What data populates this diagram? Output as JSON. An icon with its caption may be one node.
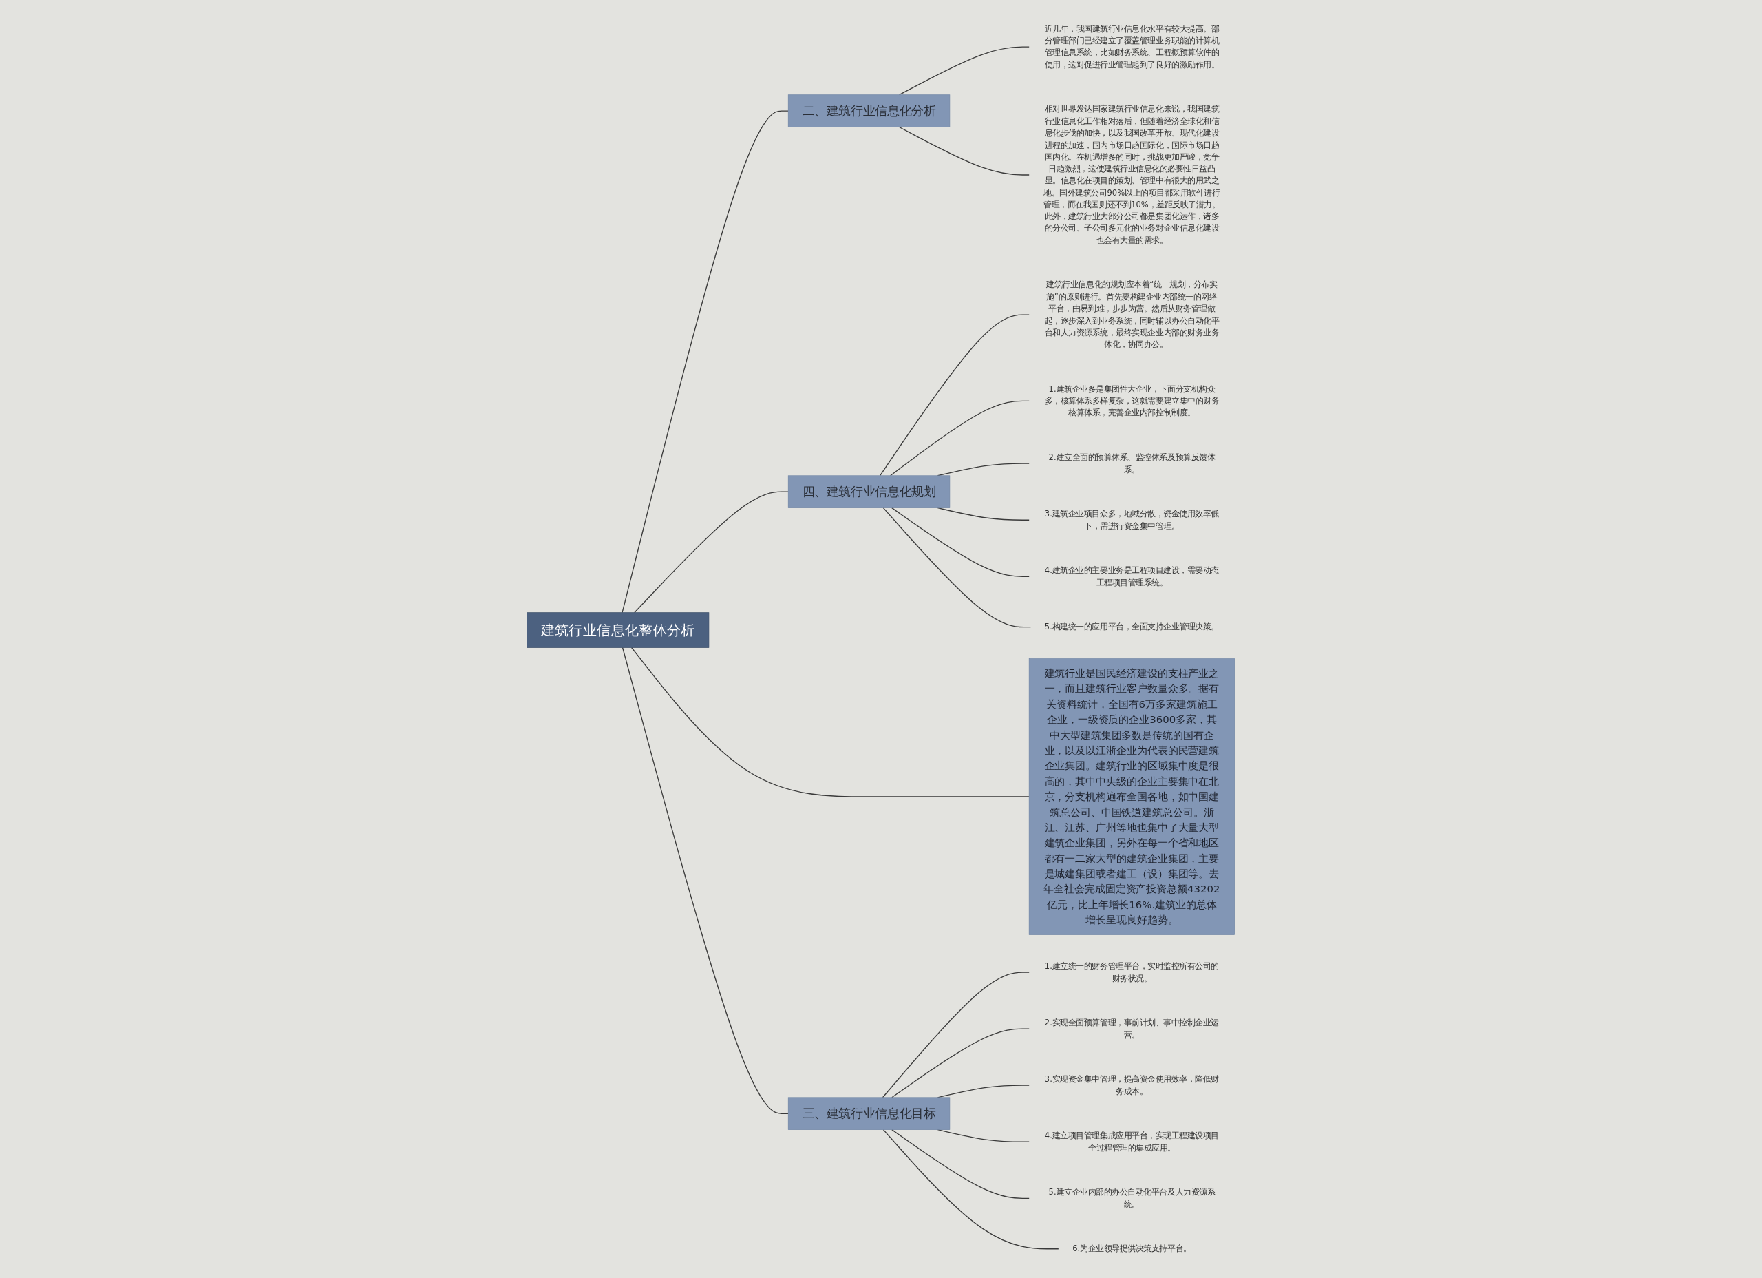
{
  "diagram": {
    "nodes": [
      {
        "text": [
          "建筑行业信息化整体分析"
        ]
      },
      {
        "text": [
          "二、建筑行业信息化分析"
        ]
      },
      {
        "text": [
          "近几年，我国建筑行业信息化水平有较大提高。部分管理部门已经建立了覆盖管理业务职能的计算机管理信息系统，比如财务系统、工程概预算软件的使用，这对促进行业管理起到了良好的激励作用。"
        ]
      },
      {
        "text": [
          "相对世界发达国家建筑行业信息化来说，我国建筑行业信息化工作相对落后，但随着经济全球化和信息化步伐的加快，以及我国改革开放、现代化建设进程的加速，国内市场日趋国际化，国际市场日趋国内化。在机遇增多的同时，挑战更加严峻，竞争日趋激烈，这使建筑行业信息化的必要性日益凸显。信息化在项目的策划、管理中有很大的用武之地。国外建筑公司90%以上的项目都采用软件进行管理，而在我国则还不到10%，差距反映了潜力。此外，建筑行业大部分公司都是集团化运作，诸多的分公司、子公司多元化的业务对企业信息化建设也会有大量的需求。"
        ]
      },
      {
        "text": [
          "四、建筑行业信息化规划"
        ]
      },
      {
        "text": [
          "建筑行业信息化的规划应本着“统一规划，分布实施”的原则进行。首先要构建企业内部统一的网络平台，由易到难，步步为营。然后从财务管理做起，逐步深入到业务系统，同时辅以办公自动化平台和人力资源系统，最终实现企业内部的财务业务一体化，协同办公。"
        ]
      },
      {
        "text": [
          "1.建筑企业多是集团性大企业，下面分支机构众多，核算体系多样复杂，这就需要建立集中的财务核算体系，完善企业内部控制制度。"
        ]
      },
      {
        "text": [
          "2.建立全面的预算体系、监控体系及预算反馈体系。"
        ]
      },
      {
        "text": [
          "3.建筑企业项目众多，地域分散，资金使用效率低下，需进行资金集中管理。"
        ]
      },
      {
        "text": [
          "4.建筑企业的主要业务是工程项目建设，需要动态工程项目管理系统。"
        ]
      },
      {
        "text": [
          "5.构建统一的应用平台，全面支持企业管理决策。"
        ]
      },
      {
        "text": [
          "建筑行业是国民经济建设的支柱产业之一，而且建筑行业客户数量众多。据有关资料统计，全国有6万多家建筑施工企业，一级资质的企业3600多家，其中大型建筑集团多数是传统的国有企业，以及以江浙企业为代表的民营建筑企业集团。建筑行业的区域集中度是很高的，其中中央级的企业主要集中在北京，分支机构遍布全国各地，如中国建筑总公司、中国铁道建筑总公司。浙江、江苏、广州等地也集中了大量大型建筑企业集团，另外在每一个省和地区都有一二家大型的建筑企业集团，主要是城建集团或者建工（设）集团等。去年全社会完成固定资产投资总额43202亿元，比上年增长16%.建筑业的总体增长呈现良好趋势。"
        ]
      },
      {
        "text": [
          "三、建筑行业信息化目标"
        ]
      },
      {
        "text": [
          "1.建立统一的财务管理平台，实时监控所有公司的财务状况。"
        ]
      },
      {
        "text": [
          "2.实现全面预算管理，事前计划、事中控制企业运营。"
        ]
      },
      {
        "text": [
          "3.实现资金集中管理，提高资金使用效率，降低财务成本。"
        ]
      },
      {
        "text": [
          "4.建立项目管理集成应用平台，实现工程建设项目全过程管理的集成应用。"
        ]
      },
      {
        "text": [
          "5.建立企业内部的办公自动化平台及人力资源系统。"
        ]
      },
      {
        "text": [
          "6.为企业领导提供决策支持平台。"
        ]
      }
    ],
    "edges": [
      {
        "from": 0,
        "to": 1,
        "arrow": "none"
      },
      {
        "from": 1,
        "to": 2,
        "arrow": "none"
      },
      {
        "from": 1,
        "to": 3,
        "arrow": "none"
      },
      {
        "from": 0,
        "to": 4,
        "arrow": "none"
      },
      {
        "from": 4,
        "to": 5,
        "arrow": "none"
      },
      {
        "from": 4,
        "to": 6,
        "arrow": "none"
      },
      {
        "from": 4,
        "to": 7,
        "arrow": "none"
      },
      {
        "from": 4,
        "to": 8,
        "arrow": "none"
      },
      {
        "from": 4,
        "to": 9,
        "arrow": "none"
      },
      {
        "from": 4,
        "to": 10,
        "arrow": "none"
      },
      {
        "from": 0,
        "to": 11,
        "arrow": "none"
      },
      {
        "from": 0,
        "to": 12,
        "arrow": "none"
      },
      {
        "from": 12,
        "to": 13,
        "arrow": "none"
      },
      {
        "from": 12,
        "to": 14,
        "arrow": "none"
      },
      {
        "from": 12,
        "to": 15,
        "arrow": "none"
      },
      {
        "from": 12,
        "to": 16,
        "arrow": "none"
      },
      {
        "from": 12,
        "to": 17,
        "arrow": "none"
      },
      {
        "from": 12,
        "to": 18,
        "arrow": "none"
      }
    ]
  }
}
